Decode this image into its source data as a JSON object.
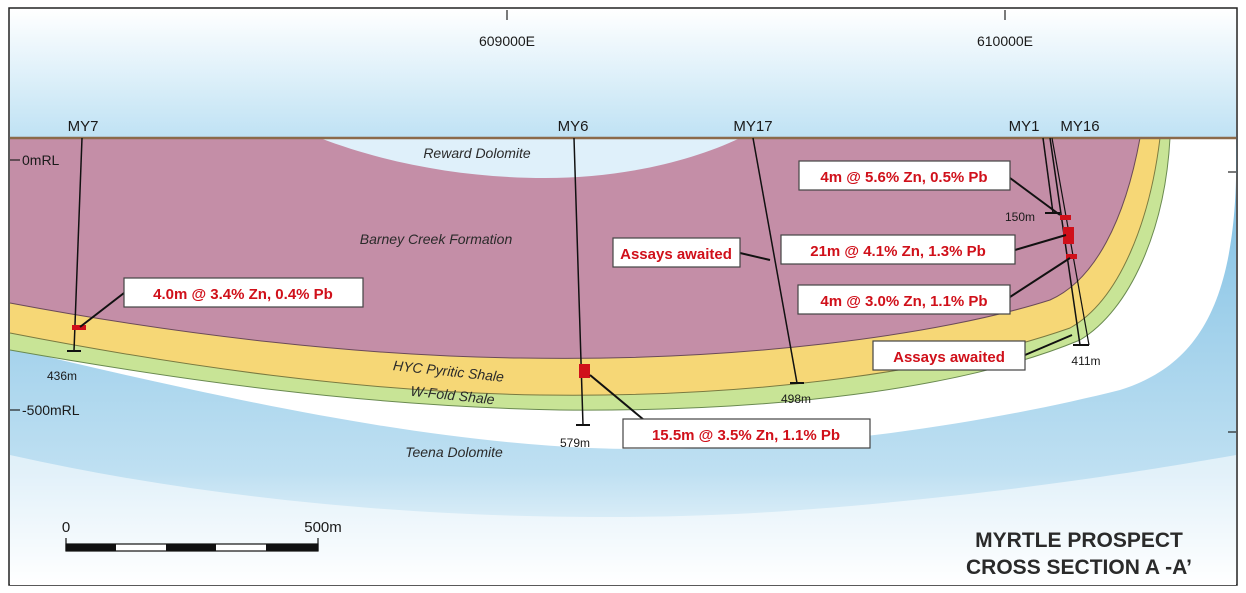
{
  "eastings": [
    "609000E",
    "610000E"
  ],
  "rl_labels": [
    "0mRL",
    "-500mRL"
  ],
  "drillholes": [
    {
      "name": "MY7",
      "depth": "436m"
    },
    {
      "name": "MY6",
      "depth": "579m"
    },
    {
      "name": "MY17",
      "depth": "498m"
    },
    {
      "name": "MY1",
      "depth": "150m"
    },
    {
      "name": "MY16",
      "depth": "411m"
    }
  ],
  "units": {
    "reward": "Reward Dolomite",
    "barney": "Barney Creek Formation",
    "hyc": "HYC Pyritic Shale",
    "wfold": "W-Fold Shale",
    "teena": "Teena Dolomite"
  },
  "intercepts": [
    {
      "text": "4.0m @ 3.4% Zn, 0.4% Pb"
    },
    {
      "text": "Assays awaited"
    },
    {
      "text": "4m @ 5.6% Zn, 0.5% Pb"
    },
    {
      "text": "21m @ 4.1% Zn, 1.3% Pb"
    },
    {
      "text": "4m @ 3.0% Zn, 1.1% Pb"
    },
    {
      "text": "Assays awaited"
    },
    {
      "text": "15.5m @ 3.5% Zn, 1.1% Pb"
    }
  ],
  "scale_bar": {
    "start": "0",
    "end": "500m"
  },
  "title": {
    "line1": "MYRTLE PROSPECT",
    "line2": "CROSS SECTION A -A’"
  },
  "colors": {
    "barney": "#c48ea7",
    "hyc": "#f6d776",
    "wfold": "#c8e496",
    "teena": "#8cc6e6",
    "reward": "#dff0fa",
    "intercept": "#d0101a",
    "ground": "#8b6a4a"
  }
}
